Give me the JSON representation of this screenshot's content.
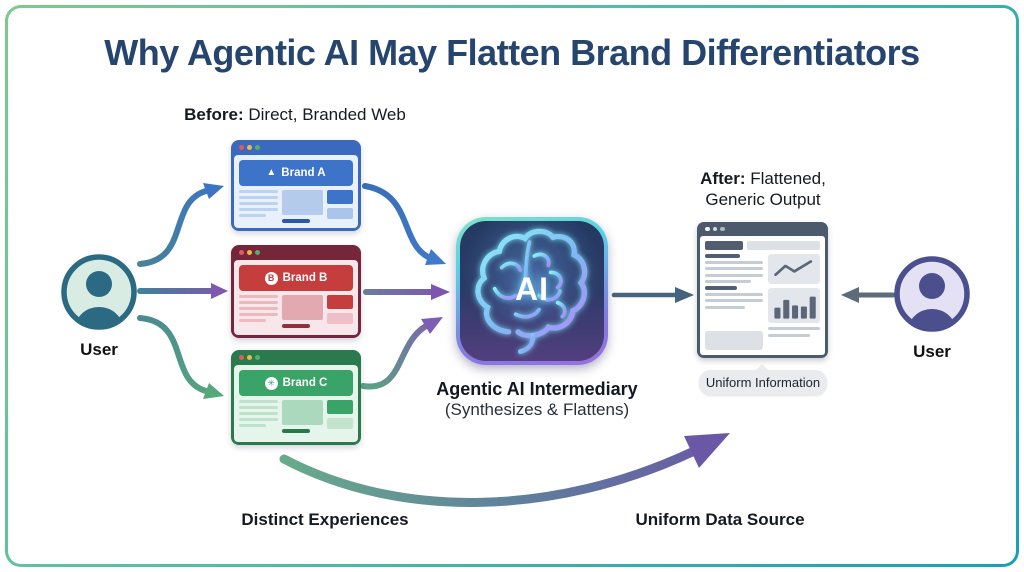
{
  "title": "Why Agentic AI May Flatten Brand Differentiators",
  "sections": {
    "before": {
      "prefix": "Before:",
      "rest": " Direct, Branded Web"
    },
    "after": {
      "prefix": "After:",
      "rest": " Flattened,",
      "line2": "Generic Output"
    },
    "distinct_label": "Distinct Experiences",
    "uniform_label": "Uniform Data Source"
  },
  "users": {
    "left": {
      "label": "User"
    },
    "right": {
      "label": "User"
    }
  },
  "brands": [
    {
      "name": "Brand A",
      "logo": "▲",
      "color": "#3d73c9"
    },
    {
      "name": "Brand B",
      "logo": "B",
      "color": "#c63d3d"
    },
    {
      "name": "Brand C",
      "logo": "✳",
      "color": "#3aa367"
    }
  ],
  "ai": {
    "badge": "AI",
    "label": "Agentic AI Intermediary",
    "sublabel": "(Synthesizes & Flattens)"
  },
  "output_window": {
    "tag": "Uniform Information"
  },
  "icons": {
    "brain": "brain-icon",
    "avatars": "user-avatar-icon",
    "traffic_lights": [
      "red-dot",
      "yellow-dot",
      "green-dot"
    ]
  },
  "colors": {
    "title": "#25456f",
    "frame_border_gradient": [
      "#7ec98e",
      "#17a0b6"
    ],
    "user_left": "#2b6a82",
    "user_right": "#4b4f8e",
    "output_frame": "#4d5a6b",
    "swoosh_gradient": [
      "#68aa8c",
      "#6a58a6"
    ]
  }
}
